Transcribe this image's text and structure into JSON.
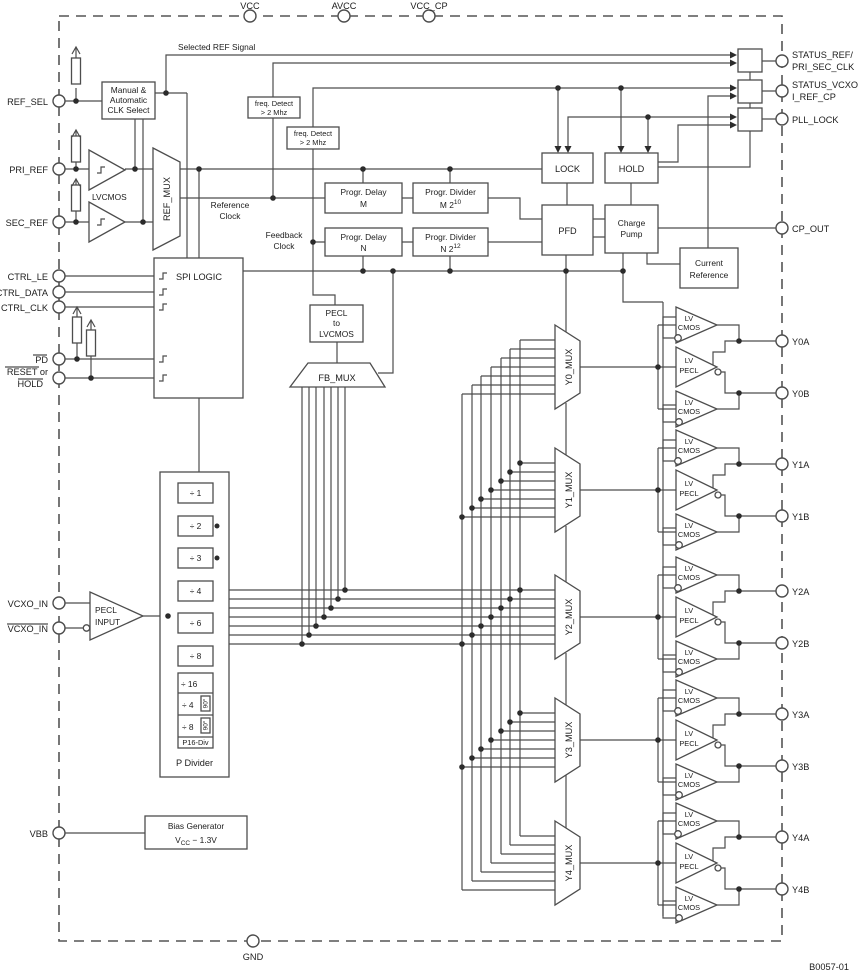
{
  "figure_code": "B0057-01",
  "pins": {
    "top": [
      "VCC",
      "AVCC",
      "VCC_CP"
    ],
    "bottom": "GND",
    "left": {
      "ref_sel": "REF_SEL",
      "pri_ref": "PRI_REF",
      "sec_ref": "SEC_REF",
      "ctrl_le": "CTRL_LE",
      "ctrl_data": "CTRL_DATA",
      "ctrl_clk": "CTRL_CLK",
      "pd": "PD",
      "reset_or": "RESET or",
      "hold": "HOLD",
      "vcxo_in": "VCXO_IN",
      "vcxo_in_b": "VCXO_IN",
      "vbb": "VBB"
    },
    "right": {
      "status_ref_1": "STATUS_REF/",
      "status_ref_2": "PRI_SEC_CLK",
      "status_vcxo_1": "STATUS_VCXO/",
      "status_vcxo_2": "I_REF_CP",
      "pll_lock": "PLL_LOCK",
      "cp_out": "CP_OUT"
    }
  },
  "labels": {
    "selected_ref": "Selected REF Signal",
    "reference_clock": [
      "Reference",
      "Clock"
    ],
    "feedback_clock": [
      "Feedback",
      "Clock"
    ],
    "lvcmos": "LVCMOS"
  },
  "blocks": {
    "clk_select": [
      "Manual &",
      "Automatic",
      "CLK Select"
    ],
    "freq_detect": [
      "freq. Detect",
      "> 2 Mhz"
    ],
    "ref_mux": "REF_MUX",
    "spi_logic": "SPI LOGIC",
    "progr_delay_m": [
      "Progr. Delay",
      "M"
    ],
    "progr_divider_m": [
      "Progr. Divider",
      "M 2",
      "10"
    ],
    "progr_delay_n": [
      "Progr. Delay",
      "N"
    ],
    "progr_divider_n": [
      "Progr. Divider",
      "N 2",
      "12"
    ],
    "lock": "LOCK",
    "hold": "HOLD",
    "pfd": "PFD",
    "charge_pump": [
      "Charge",
      "Pump"
    ],
    "current_reference": [
      "Current",
      "Reference"
    ],
    "pecl_to_lvcmos": [
      "PECL",
      "to",
      "LVCMOS"
    ],
    "fb_mux": "FB_MUX",
    "pecl_input": [
      "PECL",
      "INPUT"
    ],
    "p_divider": "P Divider",
    "dividers": [
      "÷ 1",
      "÷ 2",
      "÷ 3",
      "÷ 4",
      "÷ 6",
      "÷ 8",
      "÷ 16",
      "÷ 4",
      "÷ 8"
    ],
    "deg90": "90°",
    "p16_div": "P16-Div",
    "bias": [
      "Bias Generator",
      "V",
      "CC",
      " − 1.3V"
    ]
  },
  "outputs": {
    "muxes": [
      "Y0_MUX",
      "Y1_MUX",
      "Y2_MUX",
      "Y3_MUX",
      "Y4_MUX"
    ],
    "pins": [
      [
        "Y0A",
        "Y0B"
      ],
      [
        "Y1A",
        "Y1B"
      ],
      [
        "Y2A",
        "Y2B"
      ],
      [
        "Y3A",
        "Y3B"
      ],
      [
        "Y4A",
        "Y4B"
      ]
    ],
    "lv": "LV",
    "cmos": "CMOS",
    "pecl": "PECL"
  }
}
